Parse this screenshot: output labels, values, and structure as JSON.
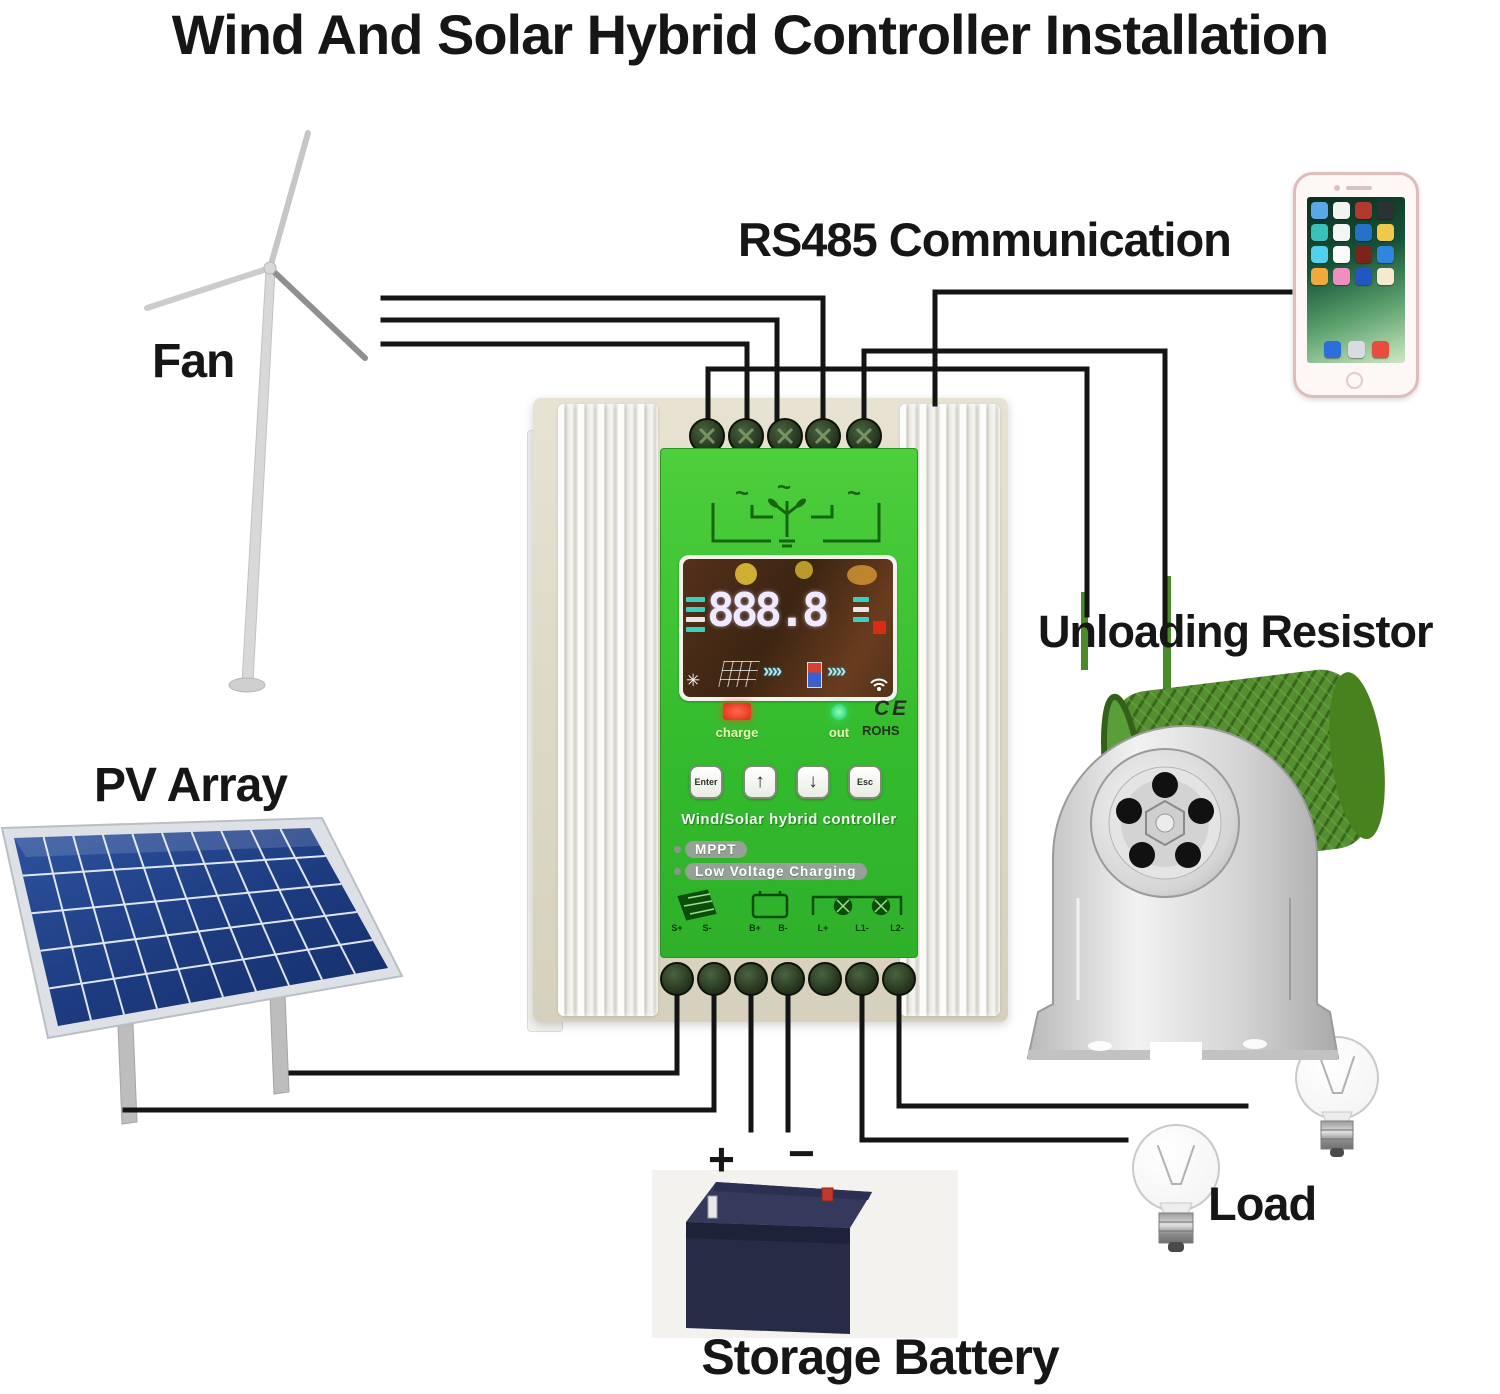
{
  "title": "Wind And Solar Hybrid Controller Installation",
  "labels": {
    "fan": "Fan",
    "pv_array": "PV Array",
    "rs485": "RS485 Communication",
    "unloading_resistor": "Unloading Resistor",
    "load": "Load",
    "storage_battery": "Storage Battery",
    "battery_plus": "+",
    "battery_minus": "−"
  },
  "controller": {
    "display_value": "888.8",
    "led_charge_label": "charge",
    "led_out_label": "out",
    "cert_ce": "CE",
    "cert_rohs": "ROHS",
    "buttons": [
      "Enter",
      "↑",
      "↓",
      "Esc"
    ],
    "product_name": "Wind/Solar hybrid controller",
    "features": [
      "MPPT",
      "Low Voltage Charging"
    ],
    "terminal_labels": [
      "S+",
      "S-",
      "B+",
      "B-",
      "L+",
      "L1-",
      "L2-"
    ]
  },
  "colors": {
    "panel_green": "#3cc234",
    "wire_black": "#141414",
    "led_charge_red": "#e02912",
    "led_out_green": "#17c45f",
    "resistor_coil_green": "#568f31",
    "pv_blue": "#24458e",
    "battery_navy": "#272b45",
    "metal_silver": "#d9d9d9"
  },
  "phone": {
    "app_colors": [
      "#5aa7e8",
      "#f2f2f2",
      "#b03a2e",
      "#2c3135",
      "#39c2b9",
      "#f5f5f5",
      "#2471c9",
      "#f0c94a",
      "#52d0f0",
      "#fafafa",
      "#7b241c",
      "#2e86de",
      "#f2a93b",
      "#ef8fc0",
      "#2455c4",
      "#f5ead0"
    ],
    "dock_colors": [
      "#2a6fdb",
      "#d8dce0",
      "#e74c3c"
    ]
  }
}
